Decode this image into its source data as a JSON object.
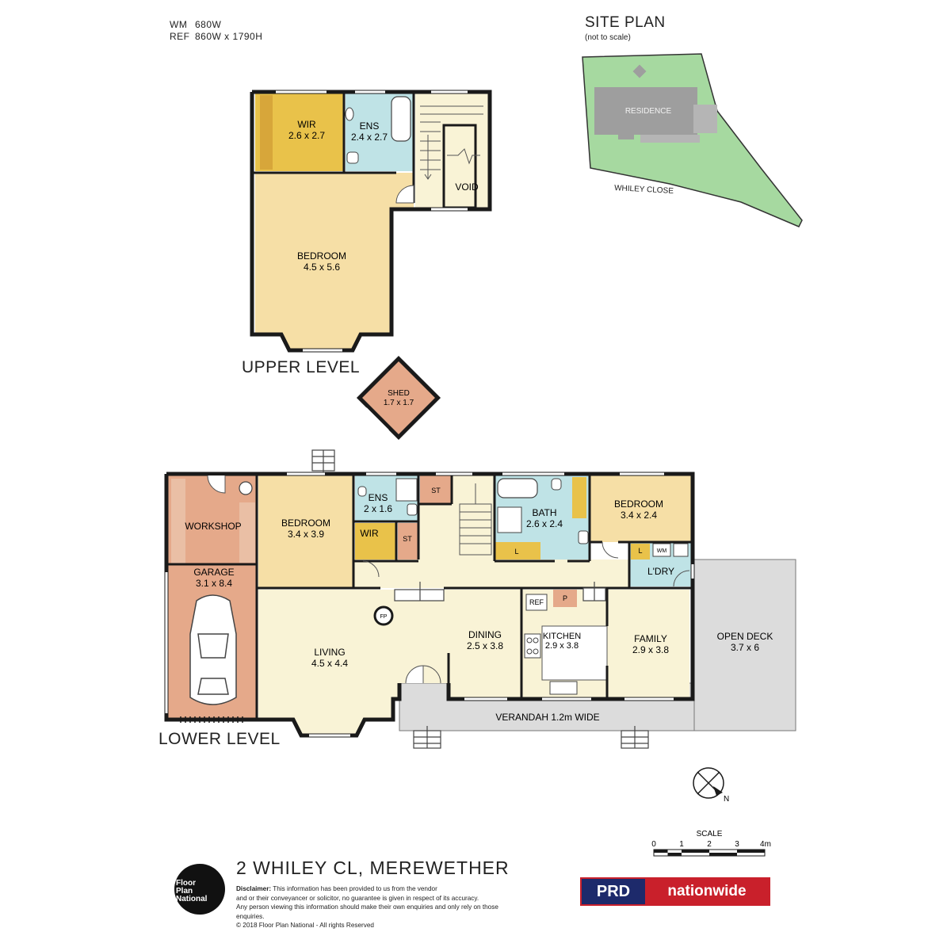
{
  "header": {
    "wm_key": "WM",
    "wm_value": "680W",
    "ref_key": "REF",
    "ref_value": "860W x 1790H"
  },
  "site_plan": {
    "title": "SITE PLAN",
    "subtitle": "(not to scale)",
    "residence": "RESIDENCE",
    "street": "WHILEY CLOSE"
  },
  "levels": {
    "upper": "UPPER LEVEL",
    "lower": "LOWER LEVEL"
  },
  "upper": {
    "wir": {
      "name": "WIR",
      "size": "2.6 x 2.7"
    },
    "ens": {
      "name": "ENS",
      "size": "2.4 x 2.7"
    },
    "void": "VOID",
    "bedroom": {
      "name": "BEDROOM",
      "size": "4.5 x 5.6"
    }
  },
  "shed": {
    "name": "SHED",
    "size": "1.7 x 1.7"
  },
  "lower": {
    "workshop": "WORKSHOP",
    "garage": {
      "name": "GARAGE",
      "size": "3.1 x 8.4"
    },
    "bedroom1": {
      "name": "BEDROOM",
      "size": "3.4 x 3.9"
    },
    "ens": {
      "name": "ENS",
      "size": "2 x 1.6"
    },
    "wir": "WIR",
    "st1": "ST",
    "st2": "ST",
    "bath": {
      "name": "BATH",
      "size": "2.6 x 2.4"
    },
    "linen": "L",
    "bedroom2": {
      "name": "BEDROOM",
      "size": "3.4 x 2.4"
    },
    "ldry_l": "L",
    "wm": "WM",
    "ldry": "L'DRY",
    "fp": "FP",
    "living": {
      "name": "LIVING",
      "size": "4.5 x 4.4"
    },
    "dining": {
      "name": "DINING",
      "size": "2.5 x 3.8"
    },
    "ref": "REF",
    "pantry": "P",
    "kitchen": {
      "name": "KITCHEN",
      "size": "2.9 x 3.8"
    },
    "family": {
      "name": "FAMILY",
      "size": "2.9 x 3.8"
    },
    "deck": {
      "name": "OPEN DECK",
      "size": "3.7 x 6"
    },
    "verandah": "VERANDAH 1.2m WIDE"
  },
  "compass": "N",
  "scale": {
    "title": "SCALE",
    "ticks": [
      "0",
      "1",
      "2",
      "3",
      "4m"
    ]
  },
  "property": "2 WHILEY CL, MEREWETHER",
  "disclaimer": {
    "label": "Disclaimer:",
    "line1": " This information has been provided to us from the vendor",
    "line2": "and or their conveyancer or solicitor, no guarantee is given in respect of its accuracy.",
    "line3": "Any person viewing this information should make their own enquiries and only rely on those enquiries.",
    "line4": "© 2018 Floor Plan National - All rights Reserved"
  },
  "logo_fpn": [
    "Floor",
    "Plan",
    "National"
  ],
  "logo_prd": {
    "a": "PRD",
    "b": "nationwide"
  },
  "colors": {
    "wall": "#1a1a1a",
    "bedroom": "#f6dfa6",
    "living": "#f9f3d6",
    "wet": "#bfe3e6",
    "wir": "#e9c24a",
    "garage": "#e5a98a",
    "store": "#e5a98a",
    "deck": "#d9d9d9",
    "site_green": "#a6d9a0",
    "site_building": "#9e9e9e"
  }
}
